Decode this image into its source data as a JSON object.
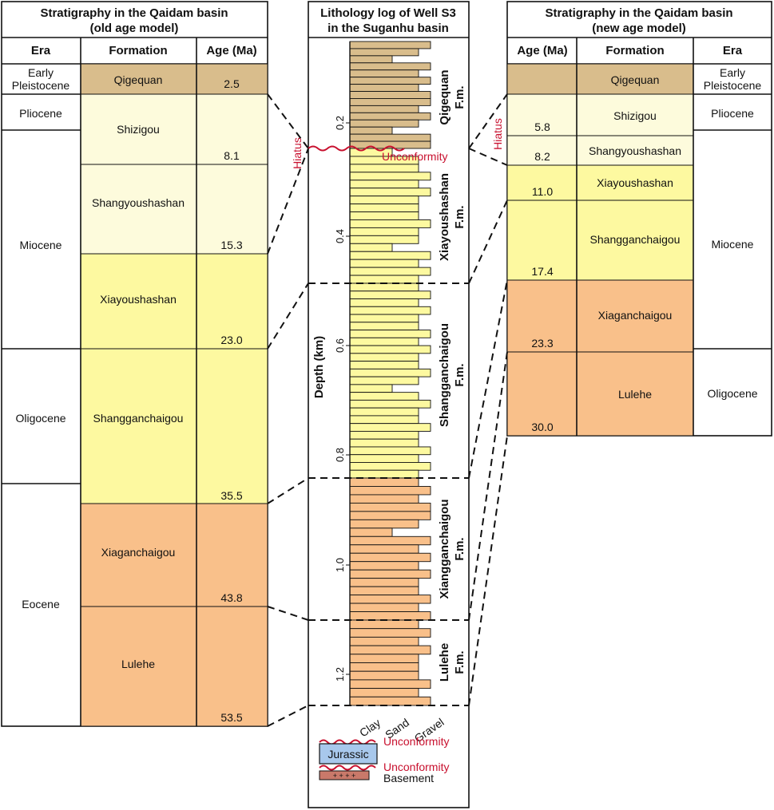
{
  "colors": {
    "tan": "#d9bd8c",
    "cream": "#fdfbdc",
    "yellow": "#fdf9a0",
    "orange": "#f9c08a",
    "jurassic": "#a8c8ec",
    "basement": "#c9796a",
    "red": "#c8102e"
  },
  "old_panel": {
    "title_line1": "Stratigraphy in the Qaidam basin",
    "title_line2": "(old age model)",
    "header_era": "Era",
    "header_formation": "Formation",
    "header_age": "Age (Ma)",
    "eras": [
      {
        "line1": "Early",
        "line2": "Pleistocene"
      },
      {
        "line1": "Pliocene",
        "line2": ""
      },
      {
        "line1": "Miocene",
        "line2": ""
      },
      {
        "line1": "Oligocene",
        "line2": ""
      },
      {
        "line1": "Eocene",
        "line2": ""
      }
    ],
    "formations": [
      {
        "name": "Qigequan",
        "age": "2.5",
        "color": "tan"
      },
      {
        "name": "Shizigou",
        "age": "8.1",
        "color": "cream"
      },
      {
        "name": "Shangyoushashan",
        "age": "15.3",
        "color": "cream"
      },
      {
        "name": "Xiayoushashan",
        "age": "23.0",
        "color": "yellow"
      },
      {
        "name": "Shangganchaigou",
        "age": "35.5",
        "color": "yellow"
      },
      {
        "name": "Xiaganchaigou",
        "age": "43.8",
        "color": "orange"
      },
      {
        "name": "Lulehe",
        "age": "53.5",
        "color": "orange"
      }
    ]
  },
  "log_panel": {
    "title_line1": "Lithology log of Well S3",
    "title_line2": "in the Suganhu basin",
    "ylabel": "Depth (km)",
    "ticks": [
      "0.2",
      "0.4",
      "0.6",
      "0.8",
      "1.0",
      "1.2"
    ],
    "xlabels": [
      "Clay",
      "Sand",
      "Gravel"
    ],
    "hiatus": "Hiatus",
    "unconformity": "Unconformity",
    "formations": [
      {
        "line1": "Qigequan",
        "line2": "F.m."
      },
      {
        "line1": "Xiayoushashan",
        "line2": "F.m."
      },
      {
        "line1": "Shangganchaigou",
        "line2": "F.m."
      },
      {
        "line1": "Xiangganchaigou",
        "line2": "F.m."
      },
      {
        "line1": "Lulehe",
        "line2": "F.m."
      }
    ],
    "legend": {
      "jurassic": "Jurassic",
      "unconformity_1": "Unconformity",
      "unconformity_2": "Unconformity",
      "basement": "Basement",
      "basement_symbols": "+ + + +"
    }
  },
  "new_panel": {
    "title_line1": "Stratigraphy in the Qaidam basin",
    "title_line2": "(new age model)",
    "header_age": "Age (Ma)",
    "header_formation": "Formation",
    "header_era": "Era",
    "hiatus": "Hiatus",
    "eras": [
      {
        "line1": "Early",
        "line2": "Pleistocene"
      },
      {
        "line1": "Pliocene",
        "line2": ""
      },
      {
        "line1": "Miocene",
        "line2": ""
      },
      {
        "line1": "Oligocene",
        "line2": ""
      }
    ],
    "formations": [
      {
        "name": "Qigequan",
        "age": "",
        "color": "tan"
      },
      {
        "name": "Shizigou",
        "age": "5.8",
        "color": "cream"
      },
      {
        "name": "Shangyoushashan",
        "age": "8.2",
        "color": "cream"
      },
      {
        "name": "Xiayoushashan",
        "age": "11.0",
        "color": "yellow"
      },
      {
        "name": "Shangganchaigou",
        "age": "17.4",
        "color": "yellow"
      },
      {
        "name": "Xiaganchaigou",
        "age": "23.3",
        "color": "orange"
      },
      {
        "name": "Lulehe",
        "age": "30.0",
        "color": "orange"
      }
    ]
  }
}
